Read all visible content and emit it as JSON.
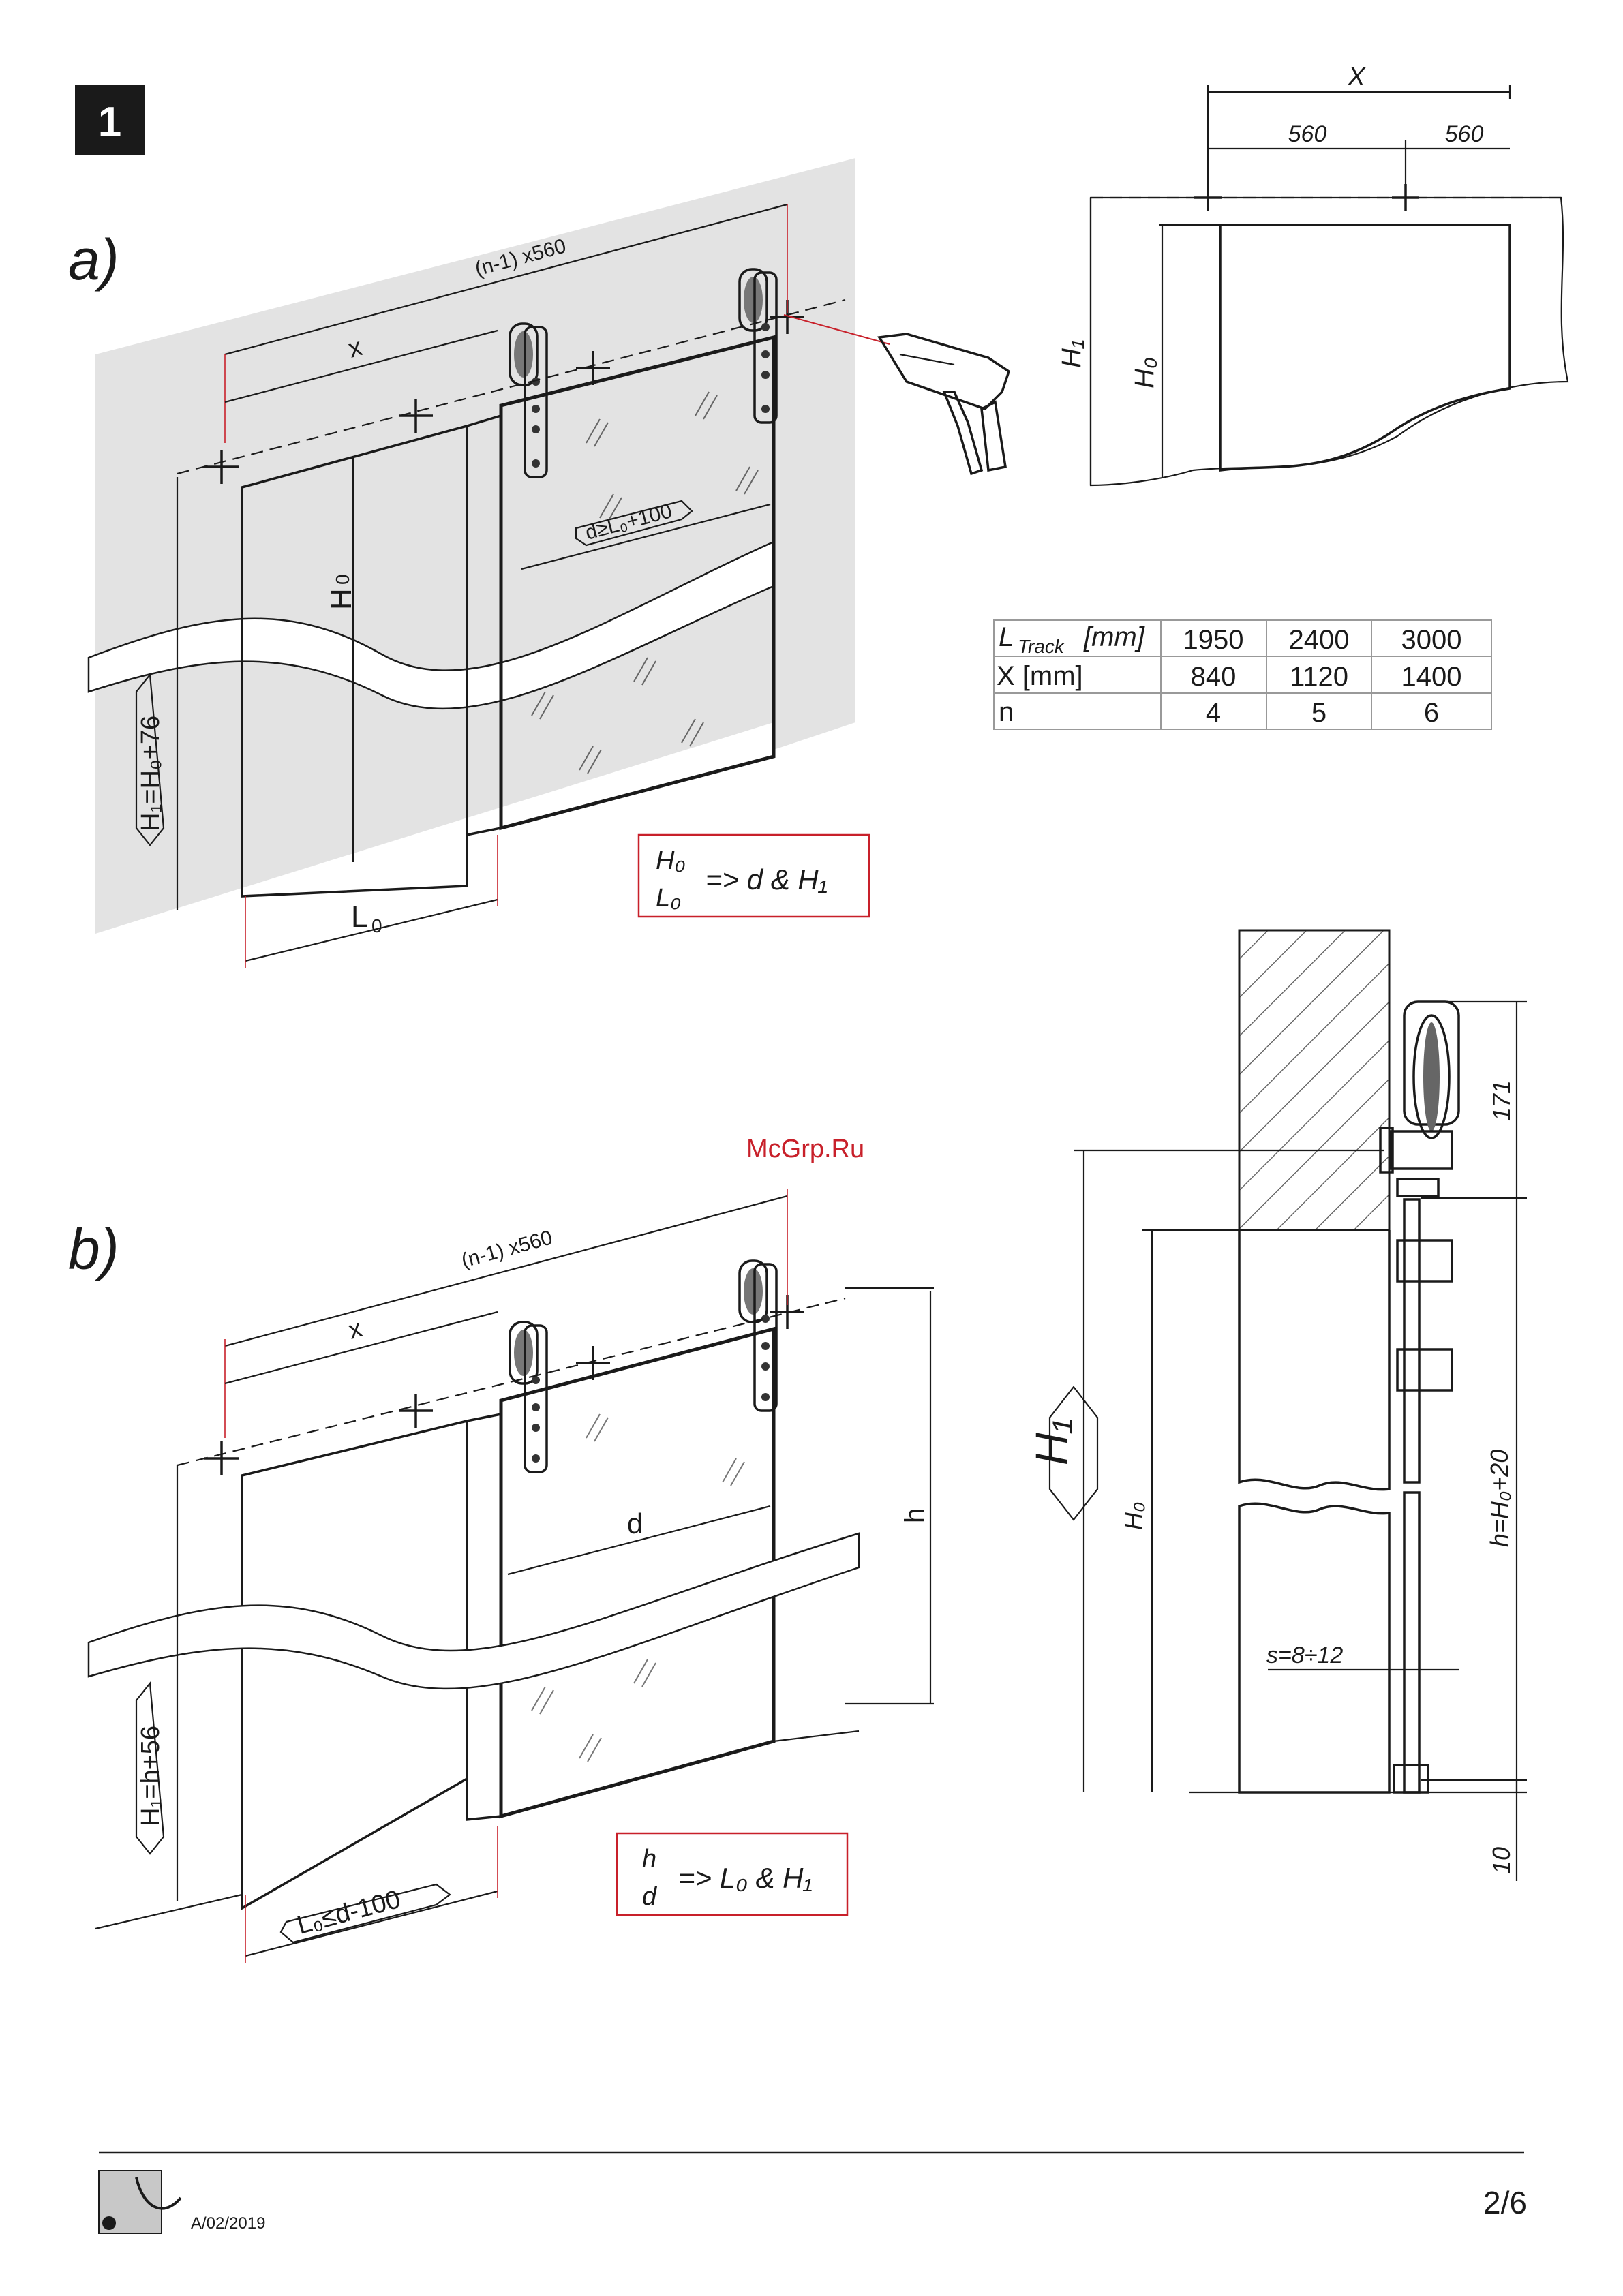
{
  "step_number": "1",
  "section_a": {
    "label": "a)",
    "dim_track": "(n-1) x560",
    "dim_x": "x",
    "dim_h0": "H",
    "dim_h0_sub": "0",
    "dim_h1_formula": "H₁=H₀+76",
    "dim_l0": "L",
    "dim_l0_sub": "0",
    "dim_d": "d≥L₀+100",
    "formula_line1": "H₀",
    "formula_line2": "L₀",
    "formula_result": "=> d & H₁"
  },
  "top_right": {
    "dim_x": "X",
    "dim_560_left": "560",
    "dim_560_right": "560",
    "dim_h1": "H₁",
    "dim_h0": "H₀"
  },
  "table": {
    "header_label": "L",
    "header_sub": "Track",
    "header_unit": "[mm]",
    "rows": [
      {
        "label": "",
        "values": [
          "1950",
          "2400",
          "3000"
        ]
      },
      {
        "label": "X [mm]",
        "values": [
          "840",
          "1120",
          "1400"
        ]
      },
      {
        "label": "n",
        "values": [
          "4",
          "5",
          "6"
        ]
      }
    ]
  },
  "watermark": "McGrp.Ru",
  "section_b": {
    "label": "b)",
    "dim_track": "(n-1) x560",
    "dim_x": "x",
    "dim_d": "d",
    "dim_h": "h",
    "dim_h1_formula": "H₁=h+56",
    "dim_l0": "L₀≤d-100",
    "formula_line1": "h",
    "formula_line2": "d",
    "formula_result": "=> L₀ & H₁"
  },
  "side_view": {
    "dim_171": "171",
    "dim_h1": "H₁",
    "dim_h0": "H₀",
    "dim_h_formula": "h=H₀+20",
    "dim_s": "s=8÷12",
    "dim_10": "10"
  },
  "footer": {
    "doc_code": "A/02/2019",
    "page": "2/6"
  }
}
